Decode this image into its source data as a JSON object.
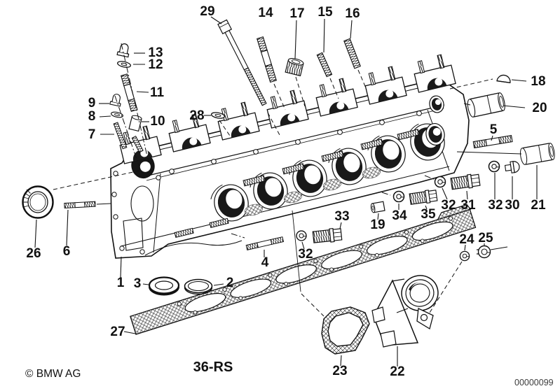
{
  "diagram": {
    "kind": "exploded-parts-diagram",
    "subject": "cylinder-head",
    "section_code": "36-RS",
    "copyright": "© BMW AG",
    "drawing_number": "00000099",
    "part_labels": {
      "1": "1",
      "2": "2",
      "3": "3",
      "4": "4",
      "5": "5",
      "6": "6",
      "7": "7",
      "8": "8",
      "9": "9",
      "10": "10",
      "11": "11",
      "12": "12",
      "13": "13",
      "14": "14",
      "15": "15",
      "16": "16",
      "17": "17",
      "18": "18",
      "19": "19",
      "20": "20",
      "21": "21",
      "22": "22",
      "23": "23",
      "24": "24",
      "25": "25",
      "26": "26",
      "27": "27",
      "28": "28",
      "29": "29",
      "30": "30",
      "31": "31",
      "32": "32",
      "33": "33",
      "34": "34",
      "35": "35"
    }
  }
}
